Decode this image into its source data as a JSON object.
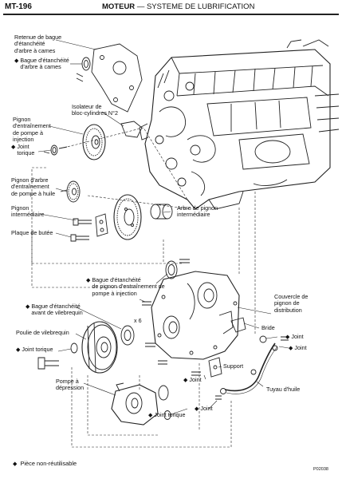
{
  "header": {
    "page_number": "MT-196",
    "section": "MOTEUR",
    "separator": "—",
    "subtitle": "SYSTEME DE LUBRIFICATION"
  },
  "labels": {
    "retenue_bague": "Retenue de bague\nd'étanchéité\nd'arbre à cames",
    "bague_arbre_cames": "Bague d'étanchéité\nd'arbre à cames",
    "isolateur": "Isolateur de\nbloc-cylindres N°2",
    "pignon_pompe_injection": "Pignon\nd'entraînement\nde pompe à\ninjection",
    "joint_torique_1": "Joint\ntorique",
    "pignon_pompe_huile": "Pignon d'arbre\nd'entraînement\nde pompe à huile",
    "pignon_intermediaire": "Pignon\nintermédiaire",
    "arbre_pignon_intermediaire": "Arbre de pignon\nintermédiaire",
    "plaque_butee": "Plaque de butée",
    "bague_pignon_injection": "Bague d'étanchéité\nde pignon d'entraînement de\npompe à injection",
    "x6": "x 6",
    "bague_vilebrequin": "Bague d'étanchéité\navant de vilebrequin",
    "couvercle_pignon": "Couvercle de\npignon de\ndistribution",
    "poulie_vilebrequin": "Poulie de vilebrequin",
    "bride": "Bride",
    "joint_torique_2": "Joint torique",
    "joint_r1": "Joint",
    "joint_r2": "Joint",
    "support": "Support",
    "joint_mid": "Joint",
    "tuyau_huile": "Tuyau d'huile",
    "pompe_depression": "Pompe à\ndépression",
    "joint_low": "Joint",
    "joint_torique_3": "Joint torique"
  },
  "footnote": {
    "symbol": "◆",
    "text": "Pièce non-réutilisable"
  },
  "figure_code": "P02038"
}
